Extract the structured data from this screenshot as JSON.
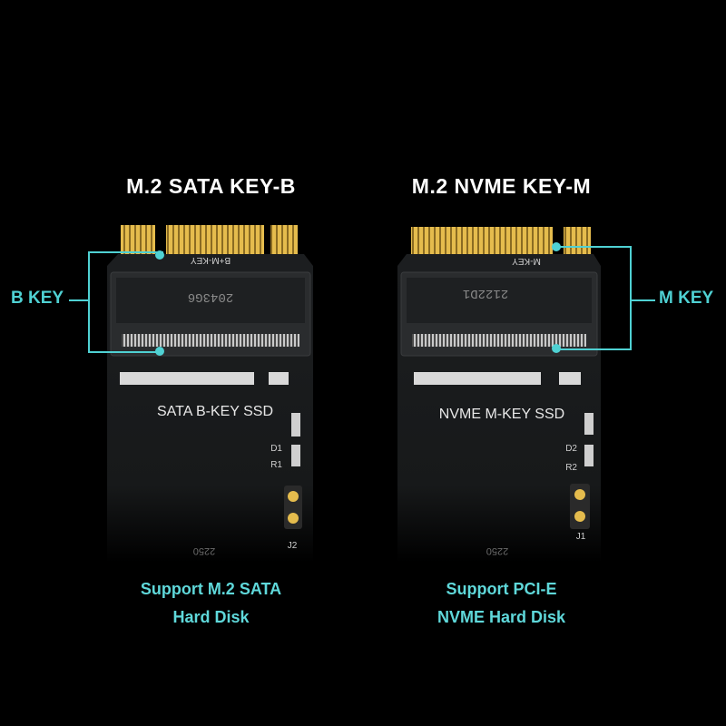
{
  "colors": {
    "accent": "#4fd1d3",
    "gold": "#e3b94a",
    "board": "#1a1c1d"
  },
  "left_card": {
    "title": "M.2 SATA KEY-B",
    "key_label": "B KEY",
    "connector_silk": "B+M-KEY",
    "socket_code": "2043G6",
    "board_text": "SATA B-KEY SSD",
    "silk_d": "D1",
    "silk_r": "R1",
    "silk_j": "J2",
    "bottom_silk": "2250",
    "caption_line1": "Support M.2 SATA",
    "caption_line2": "Hard Disk"
  },
  "right_card": {
    "title": "M.2 NVME KEY-M",
    "key_label": "M KEY",
    "connector_silk": "M-KEY",
    "socket_code": "2122D1",
    "board_text": "NVME M-KEY SSD",
    "silk_d": "D2",
    "silk_r": "R2",
    "silk_j": "J1",
    "bottom_silk": "2250",
    "caption_line1": "Support PCI-E",
    "caption_line2": "NVME Hard Disk"
  }
}
